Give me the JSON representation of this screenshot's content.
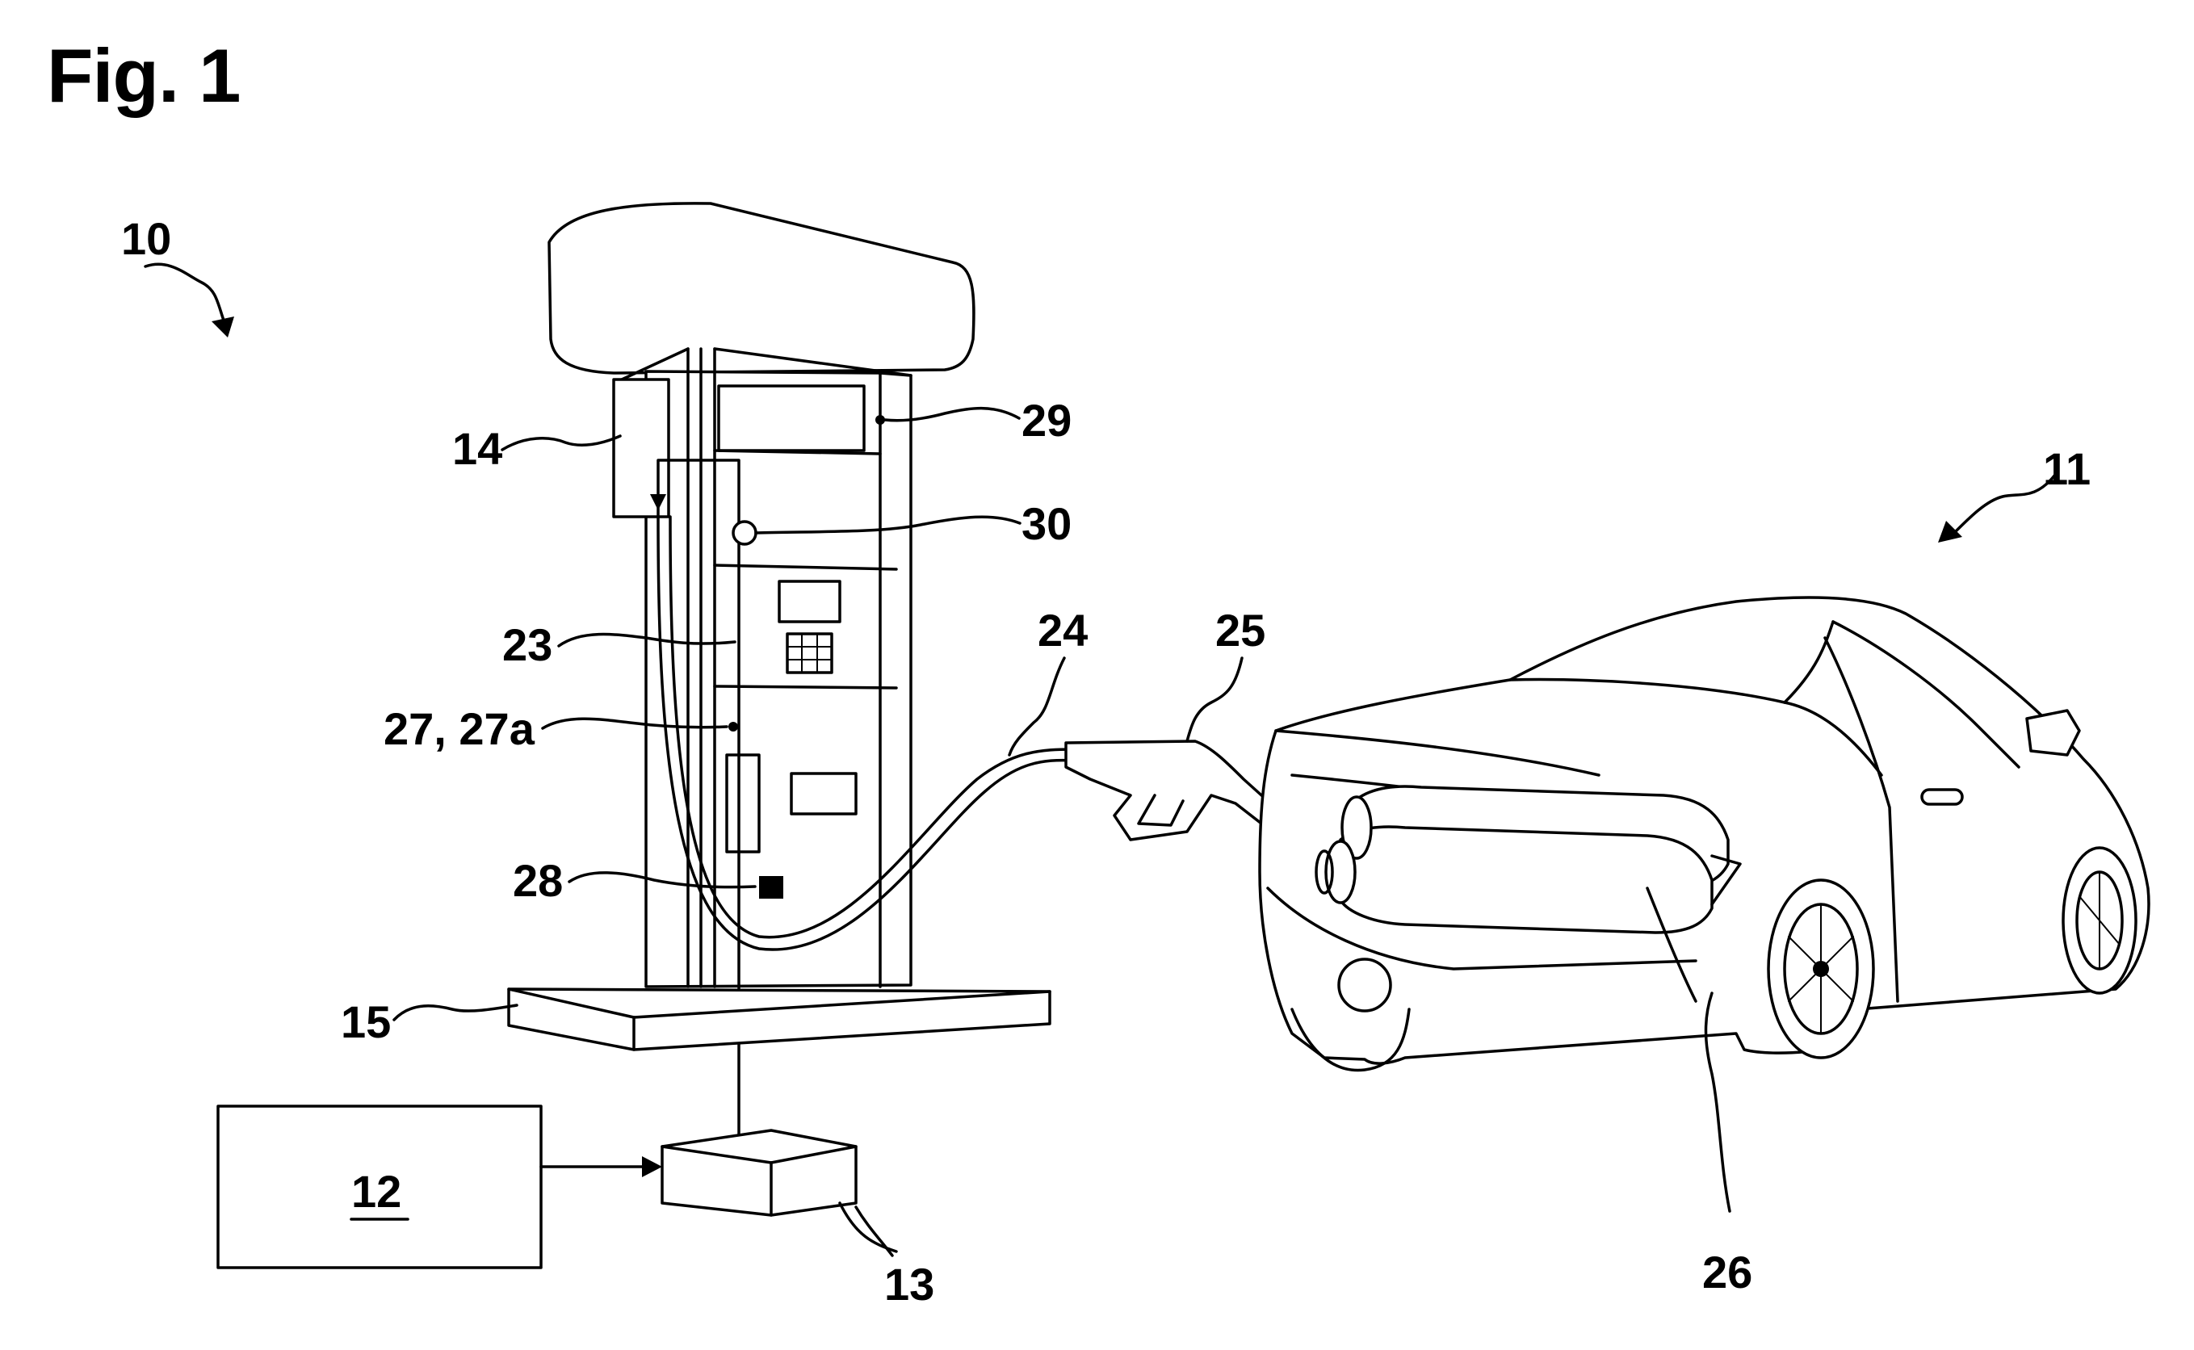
{
  "figure": {
    "title": "Fig. 1",
    "labels": {
      "l10": "10",
      "l11": "11",
      "l12": "12",
      "l13": "13",
      "l14": "14",
      "l15": "15",
      "l23": "23",
      "l24": "24",
      "l25": "25",
      "l26": "26",
      "l27": "27, 27a",
      "l28": "28",
      "l29": "29",
      "l30": "30"
    }
  }
}
